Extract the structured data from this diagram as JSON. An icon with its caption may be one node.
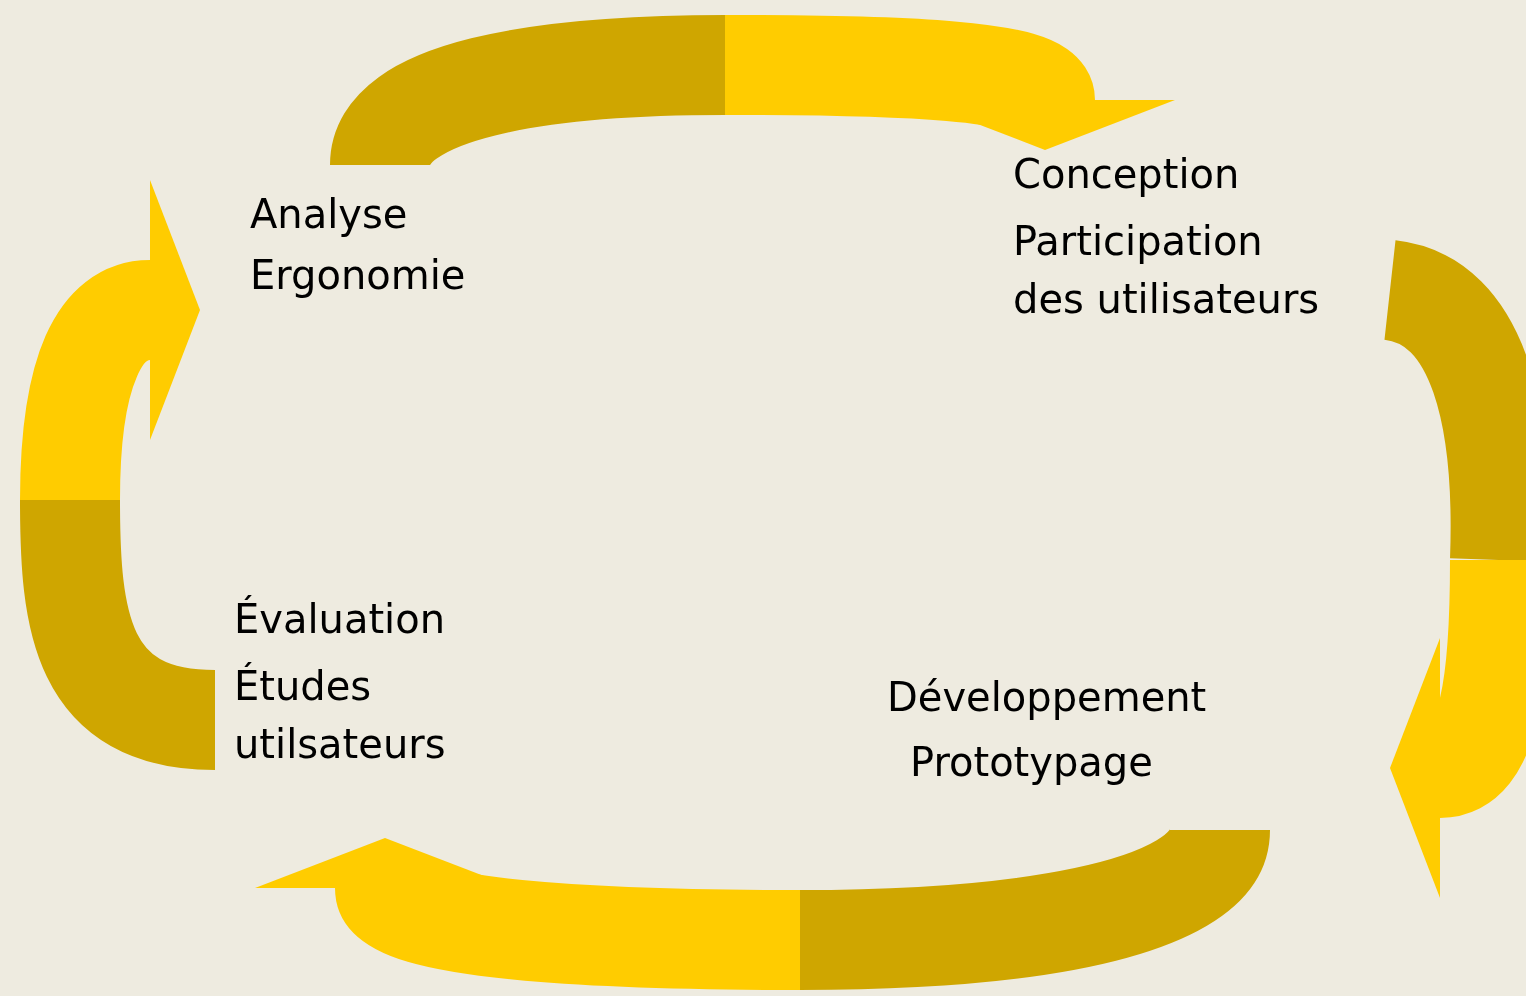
{
  "diagram": {
    "nodes": [
      {
        "text": [
          "Analyse",
          "Ergonomie"
        ]
      },
      {
        "text": [
          "Conception",
          "Participation des utilisateurs"
        ]
      },
      {
        "text": [
          "Développement",
          "Prototypage"
        ]
      },
      {
        "text": [
          "Évaluation",
          "Études utilsateurs"
        ]
      }
    ],
    "edges": [
      {
        "from": 0,
        "to": 1,
        "arrow": "to"
      },
      {
        "from": 1,
        "to": 2,
        "arrow": "to"
      },
      {
        "from": 2,
        "to": 3,
        "arrow": "to"
      },
      {
        "from": 3,
        "to": 0,
        "arrow": "to"
      }
    ]
  }
}
